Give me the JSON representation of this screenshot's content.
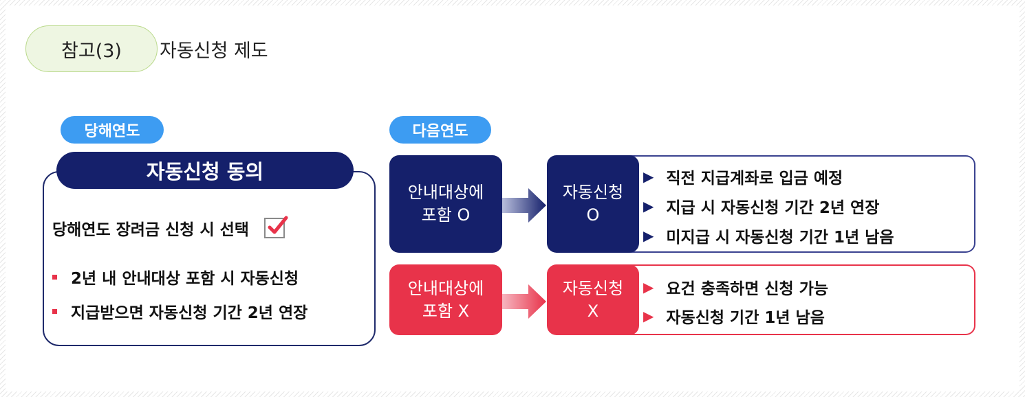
{
  "header": {
    "ref_label": "참고(3)",
    "title": "자동신청 제도"
  },
  "current_year": {
    "tag": "당해연도",
    "consent_title": "자동신청 동의",
    "select_line": "당해연도 장려금 신청 시 선택",
    "bullets": [
      "2년 내 안내대상 포함 시 자동신청",
      "지급받으면 자동신청 기간 2년 연장"
    ]
  },
  "next_year": {
    "tag": "다음연도",
    "included": {
      "group_line1": "안내대상에",
      "group_line2": "포함 O",
      "auto_line1": "자동신청",
      "auto_line2": "O",
      "results": [
        "직전 지급계좌로  입금 예정",
        "지급 시 자동신청 기간 2년 연장",
        "미지급 시 자동신청 기간 1년 남음"
      ]
    },
    "excluded": {
      "group_line1": "안내대상에",
      "group_line2": "포함 X",
      "auto_line1": "자동신청",
      "auto_line2": "X",
      "results": [
        "요건 충족하면 신청 가능",
        "자동신청 기간 1년 남음"
      ]
    }
  },
  "colors": {
    "navy": "#15206b",
    "red": "#e8334a",
    "tag_blue": "#3d9cf2",
    "pill_green": "#eef6e2"
  },
  "icons": {
    "arrow": "right-arrow-icon",
    "bullet_marker": "triangle-right-icon",
    "checkbox": "checked-checkbox-icon"
  }
}
